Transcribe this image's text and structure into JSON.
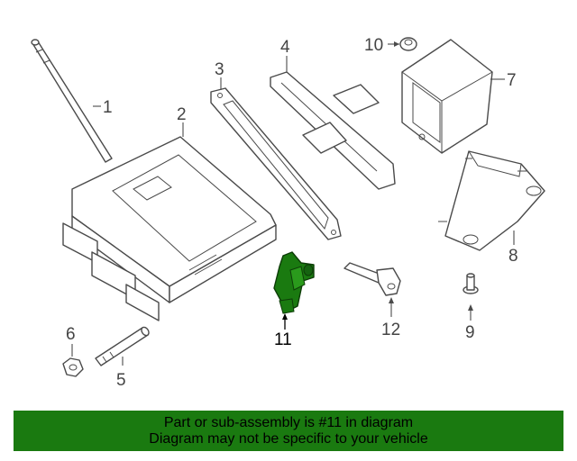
{
  "callouts": {
    "c1": "1",
    "c2": "2",
    "c3": "3",
    "c4": "4",
    "c5": "5",
    "c6": "6",
    "c7": "7",
    "c8": "8",
    "c9": "9",
    "c10": "10",
    "c11": "11",
    "c12": "12"
  },
  "highlight_color": "#1a7a10",
  "banner": {
    "line1": "Part or sub-assembly is #11 in diagram",
    "line2": "Diagram may not be specific to your vehicle"
  }
}
